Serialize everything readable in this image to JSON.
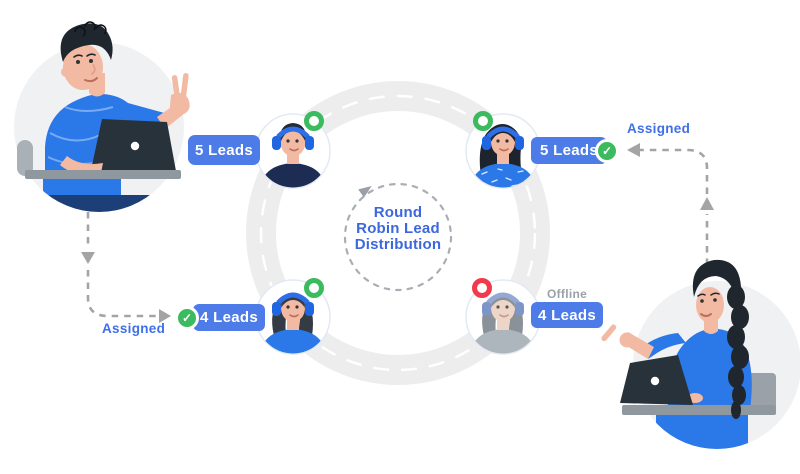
{
  "diagram_title": {
    "line1": "Round",
    "line2": "Robin Lead",
    "line3": "Distribution"
  },
  "agents": {
    "top_left": {
      "leads_label": "5 Leads",
      "status": "online"
    },
    "top_right": {
      "leads_label": "5 Leads",
      "status": "online",
      "assigned_label": "Assigned",
      "check_glyph": "✓"
    },
    "bottom_left": {
      "leads_label": "4 Leads",
      "status": "online",
      "assigned_label": "Assigned",
      "check_glyph": "✓"
    },
    "bottom_right": {
      "leads_label": "4 Leads",
      "status": "offline",
      "offline_label": "Offline"
    }
  },
  "colors": {
    "badge_blue": "#4d7be8",
    "label_blue": "#3f6fe8",
    "center_text_blue": "#3c67dd",
    "online_green": "#3cba5e",
    "offline_red": "#f23a4e",
    "ring_gray": "#ededed",
    "arrow_gray": "#a4a4a4",
    "offline_text_gray": "#9aa1a9"
  }
}
